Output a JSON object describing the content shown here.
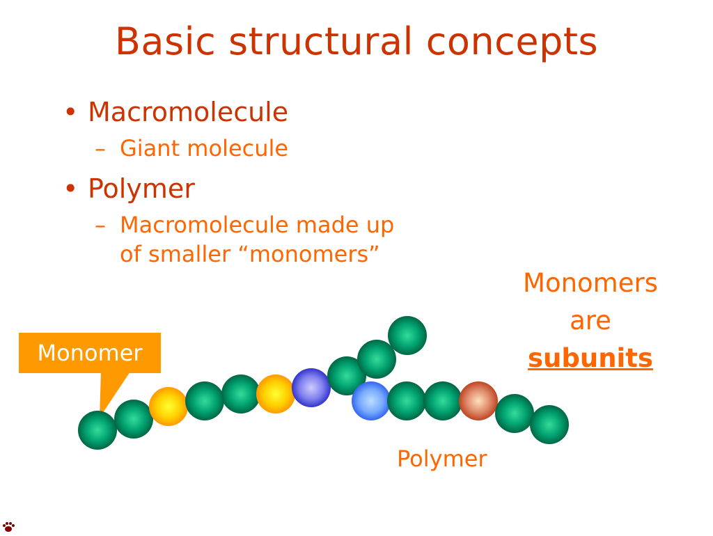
{
  "title": "Basic structural concepts",
  "bullets": [
    {
      "term": "Macromolecule",
      "definition": "Giant molecule"
    },
    {
      "term": "Polymer",
      "definition_lines": [
        "Macromolecule made up",
        "of smaller “monomers”"
      ]
    }
  ],
  "markers": {
    "bullet": "•",
    "dash": "–"
  },
  "side_note": {
    "line1": "Monomers",
    "line2": "are",
    "emphasis": "subunits"
  },
  "labels": {
    "monomer_callout": "Monomer",
    "polymer": "Polymer"
  },
  "icons": {
    "footer": "paw-icon"
  },
  "colors": {
    "title": "#cc3300",
    "sub_text": "#ff6600",
    "callout_bg": "#ff9900",
    "monomer_green": "#008060",
    "monomer_yellow": "#ffcc00",
    "monomer_blue": "#6666ee",
    "monomer_light_blue": "#66aaff",
    "monomer_red": "#cc5533"
  },
  "monomers": [
    "green",
    "green",
    "yellow",
    "green",
    "green",
    "yellow",
    "blue",
    "green",
    "green",
    "green",
    "light-blue",
    "green",
    "green",
    "red",
    "green",
    "green"
  ]
}
